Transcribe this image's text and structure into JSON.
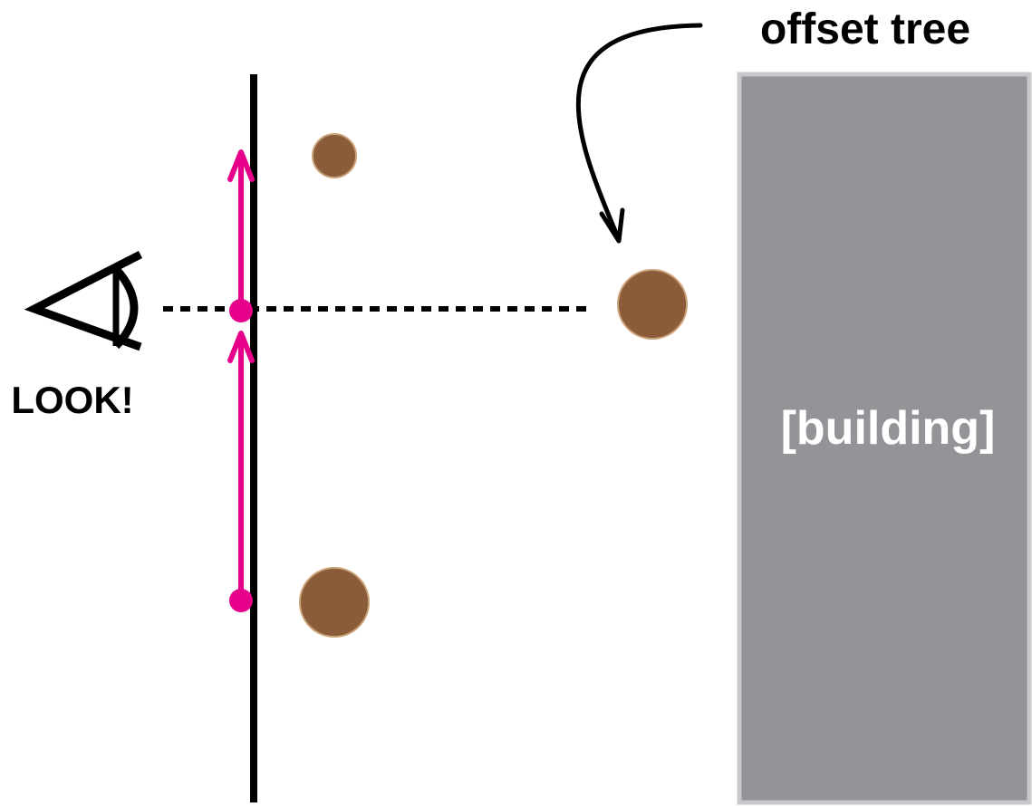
{
  "labels": {
    "offset_tree": "offset tree",
    "building": "[building]",
    "look": "LOOK!"
  },
  "colors": {
    "background": "#ffffff",
    "path_line": "#000000",
    "walk_arrow": "#e6008a",
    "tree_fill": "#8a5c3a",
    "tree_stroke": "#c9a277",
    "building_fill": "#939497",
    "building_stroke": "#c8c9cb",
    "building_label": "#ffffff",
    "sightline": "#000000"
  },
  "icons": {
    "observer": "eye-icon",
    "callout": "curved-arrow-icon"
  }
}
